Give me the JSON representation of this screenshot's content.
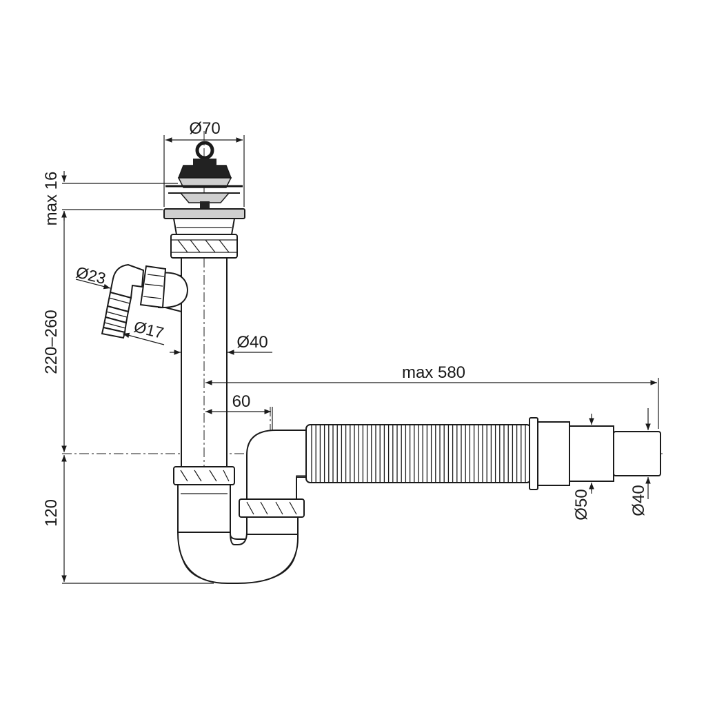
{
  "dimensions": {
    "top_diameter": "Ø70",
    "max_height_top": "max 16",
    "height_range": "220–260",
    "bottom_height": "120",
    "hose_inlet_diameter": "Ø23",
    "hose_small_diameter": "Ø17",
    "pipe_diameter": "Ø40",
    "max_length": "max 580",
    "offset": "60",
    "outlet_diameter_large": "Ø50",
    "outlet_diameter_small": "Ø40"
  },
  "colors": {
    "line": "#1a1a1a",
    "fill_gray": "#cfcfcf",
    "fill_dark": "#222222"
  }
}
